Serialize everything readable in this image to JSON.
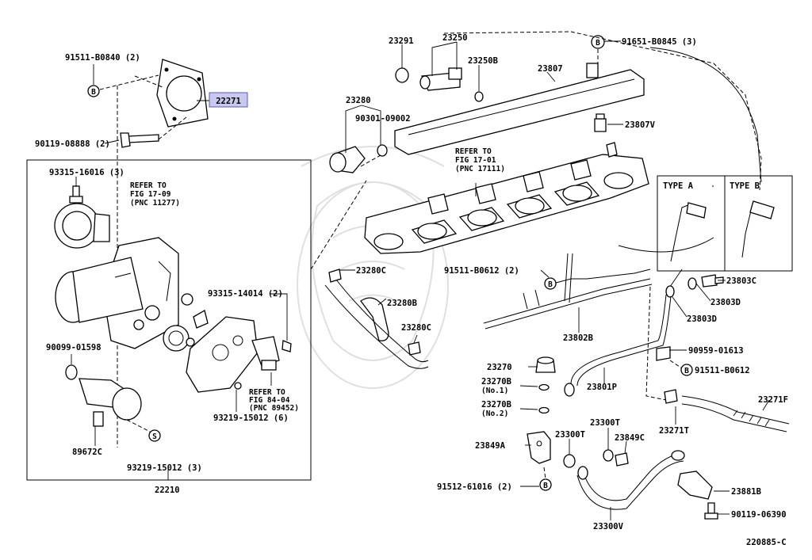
{
  "diagram": {
    "highlight_color": "#c9c9f0",
    "highlight_label": "22271",
    "labels": {
      "p91511_80840": "91511-B0840 (2)",
      "p90119_08888": "90119-08888 (2)",
      "p93315_16016": "93315-16016 (3)",
      "ref_1709_a": "REFER TO",
      "ref_1709_b": "FIG 17-09",
      "ref_1709_c": "(PNC 11277)",
      "p93315_14014": "93315-14014 (2)",
      "p90099_01598": "90099-01598",
      "p89672c": "89672C",
      "p93219_15012_6": "93219-15012 (6)",
      "ref_8404_a": "REFER TO",
      "ref_8404_b": "FIG 84-04",
      "ref_8404_c": "(PNC 89452)",
      "p93219_15012_3": "93219-15012 (3)",
      "p22210": "22210",
      "p23291": "23291",
      "p23250": "23250",
      "p23250b": "23250B",
      "p91651_80845": "91651-B0845 (3)",
      "p23807": "23807",
      "p23280": "23280",
      "p90301_09002": "90301-09002",
      "p23807v": "23807V",
      "ref_1701_a": "REFER TO",
      "ref_1701_b": "FIG 17-01",
      "ref_1701_c": "(PNC 17111)",
      "type_a": "TYPE A",
      "type_b": "TYPE B",
      "p23280c_top": "23280C",
      "p91511_80612_2": "91511-B0612 (2)",
      "p23280b": "23280B",
      "p23280c_bot": "23280C",
      "p23803c": "23803C",
      "p23803d_1": "23803D",
      "p23803d_2": "23803D",
      "p23802b": "23802B",
      "p90959_01613": "90959-01613",
      "p91511_80612": "91511-B0612",
      "p23270": "23270",
      "p23801p": "23801P",
      "p23270b_1": "23270B",
      "no1": "(No.1)",
      "p23270b_2": "23270B",
      "no2": "(No.2)",
      "p23271f": "23271F",
      "p23271t": "23271T",
      "p23300t_1": "23300T",
      "p23300t_2": "23300T",
      "p23849a": "23849A",
      "p23849c": "23849C",
      "p91512_61016": "91512-61016 (2)",
      "p23881b": "23881B",
      "p90119_06390": "90119-06390",
      "p23300v": "23300V",
      "figure_no": "220885-C"
    },
    "markers": {
      "b": "B",
      "s": "S"
    }
  }
}
